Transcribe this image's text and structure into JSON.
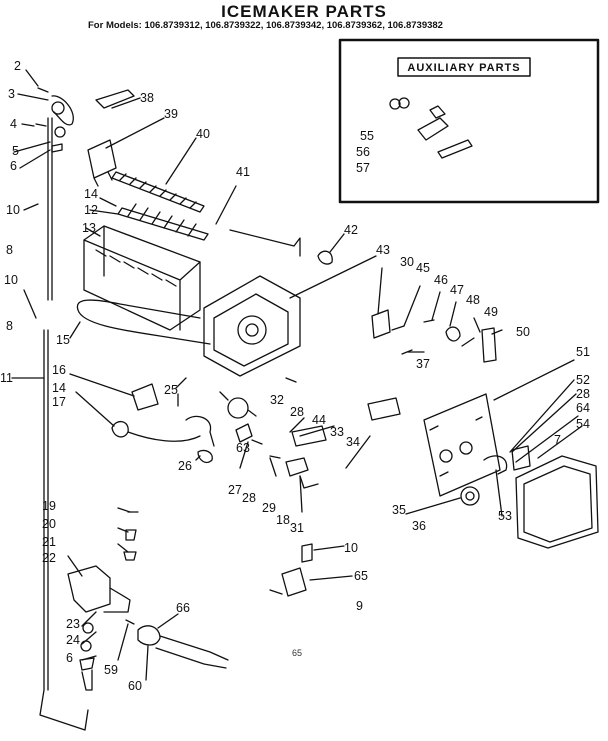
{
  "title": "ICEMAKER PARTS",
  "models_line": "For Models: 106.8739312, 106.8739322, 106.8739342, 106.8739362, 106.8739382",
  "auxiliary": {
    "label": "AUXILIARY PARTS",
    "callouts": [
      "55",
      "56",
      "57"
    ]
  },
  "callouts": [
    "2",
    "3",
    "4",
    "5",
    "6",
    "38",
    "39",
    "40",
    "41",
    "42",
    "43",
    "14",
    "12",
    "13",
    "10",
    "8",
    "10",
    "8",
    "11",
    "15",
    "16",
    "14",
    "17",
    "25",
    "26",
    "27",
    "28",
    "29",
    "63",
    "32",
    "28",
    "44",
    "33",
    "34",
    "18",
    "31",
    "30",
    "45",
    "46",
    "47",
    "48",
    "49",
    "50",
    "37",
    "51",
    "52",
    "28",
    "64",
    "54",
    "7",
    "53",
    "35",
    "36",
    "19",
    "20",
    "21",
    "22",
    "23",
    "24",
    "6",
    "59",
    "60",
    "66",
    "10",
    "65",
    "9"
  ],
  "footer": "65"
}
